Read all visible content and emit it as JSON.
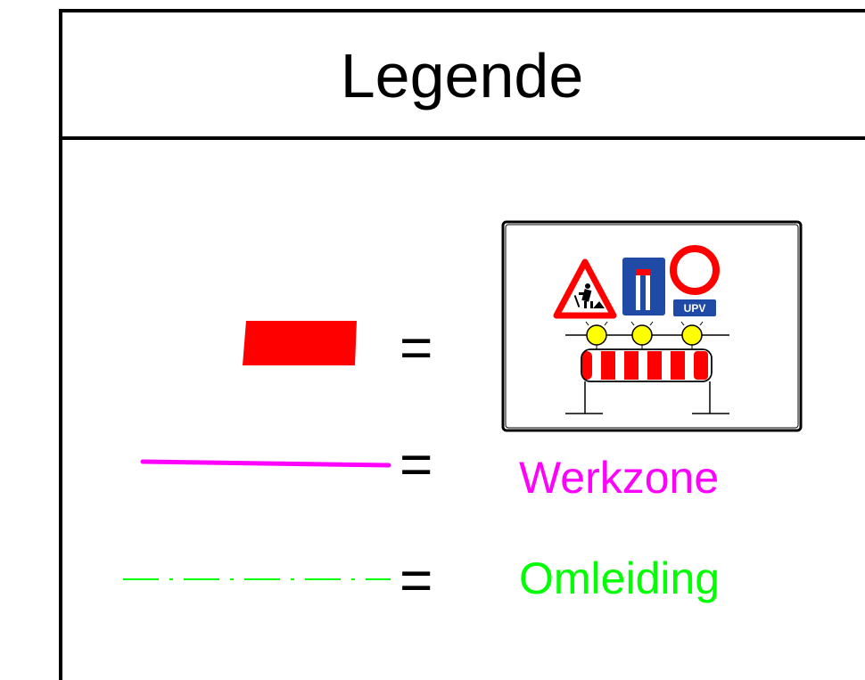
{
  "title": "Legende",
  "items": [
    {
      "symbol": "red-rectangle",
      "equals": "=",
      "label": "",
      "sign_text": "UPV"
    },
    {
      "symbol": "magenta-line",
      "equals": "=",
      "label": "Werkzone",
      "color": "#ff00ff"
    },
    {
      "symbol": "green-dashdot-line",
      "equals": "=",
      "label": "Omleiding",
      "color": "#00ff00"
    }
  ],
  "colors": {
    "red": "#ff0000",
    "magenta": "#ff00ff",
    "green": "#00ff00",
    "blue": "#1f4aa5"
  }
}
